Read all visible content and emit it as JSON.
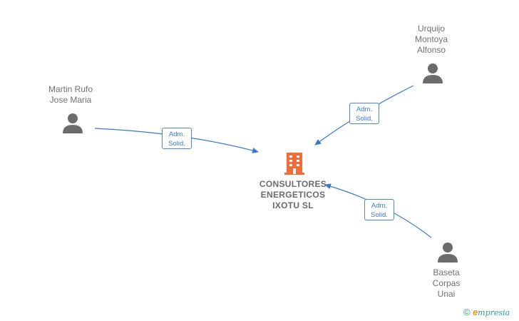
{
  "company": {
    "lines": [
      "CONSULTORES",
      "ENERGETICOS",
      "IXOTU  SL"
    ],
    "icon": "building-icon",
    "icon_color": "#f26c3a"
  },
  "persons": [
    {
      "id": "martin",
      "lines": [
        "Martin Rufo",
        "Jose Maria"
      ],
      "icon": "person-icon"
    },
    {
      "id": "urquijo",
      "lines": [
        "Urquijo",
        "Montoya",
        "Alfonso"
      ],
      "icon": "person-icon"
    },
    {
      "id": "baseta",
      "lines": [
        "Baseta",
        "Corpas",
        "Unai"
      ],
      "icon": "person-icon"
    }
  ],
  "edges": [
    {
      "from": "martin",
      "lines": [
        "Adm.",
        "Solid."
      ]
    },
    {
      "from": "urquijo",
      "lines": [
        "Adm.",
        "Solid."
      ]
    },
    {
      "from": "baseta",
      "lines": [
        "Adm.",
        "Solid."
      ]
    }
  ],
  "colors": {
    "edge": "#3a78d0",
    "person_icon": "#6b6b6b"
  },
  "footer": {
    "copyright": "©",
    "brand_first": "e",
    "brand_rest": "mpresia"
  }
}
